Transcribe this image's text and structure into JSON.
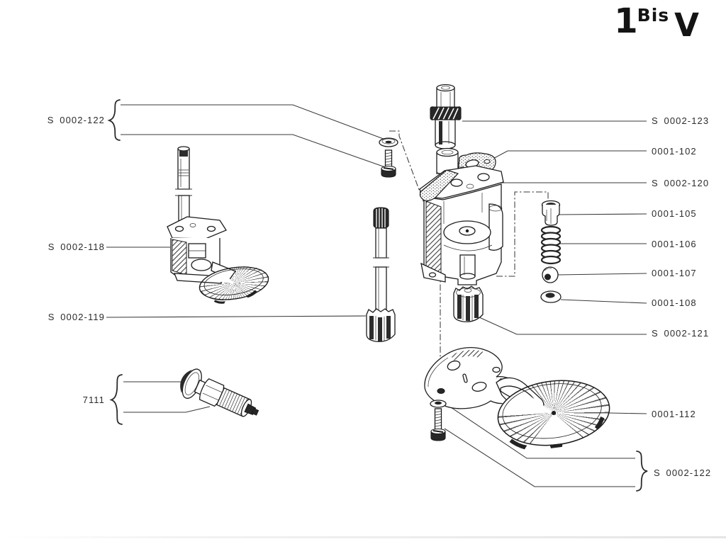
{
  "page": {
    "plate_code": {
      "number": "1",
      "superscript": "Bis",
      "letter": "V"
    },
    "colors": {
      "paper": "#ffffff",
      "ink": "#1d1d1d",
      "label": "#2b2b2b"
    }
  },
  "labels": {
    "left": [
      {
        "text": "S 0002-122",
        "part": "screw-and-washer-group-upper",
        "grouped": true
      },
      {
        "text": "S 0002-118",
        "part": "oil-pump-assembly",
        "grouped": false
      },
      {
        "text": "S 0002-119",
        "part": "pump-shaft-and-gear",
        "grouped": false
      },
      {
        "text": "7111",
        "part": "oil-filter-plug-group",
        "grouped": true
      }
    ],
    "right": [
      {
        "text": "S 0002-123",
        "part": "pump-drive-gear",
        "grouped": false
      },
      {
        "text": "0001-102",
        "part": "pump-gasket",
        "grouped": false
      },
      {
        "text": "S 0002-120",
        "part": "pump-body",
        "grouped": false
      },
      {
        "text": "0001-105",
        "part": "relief-valve-plunger",
        "grouped": false
      },
      {
        "text": "0001-106",
        "part": "relief-valve-spring",
        "grouped": false
      },
      {
        "text": "0001-107",
        "part": "relief-valve-ball",
        "grouped": false
      },
      {
        "text": "0001-108",
        "part": "relief-valve-seat",
        "grouped": false
      },
      {
        "text": "S 0002-121",
        "part": "idler-gear",
        "grouped": false
      },
      {
        "text": "0001-112",
        "part": "strainer-plate-assembly",
        "grouped": false
      },
      {
        "text": "S 0002-122",
        "part": "screw-and-washer-group-lower",
        "grouped": true
      }
    ]
  }
}
